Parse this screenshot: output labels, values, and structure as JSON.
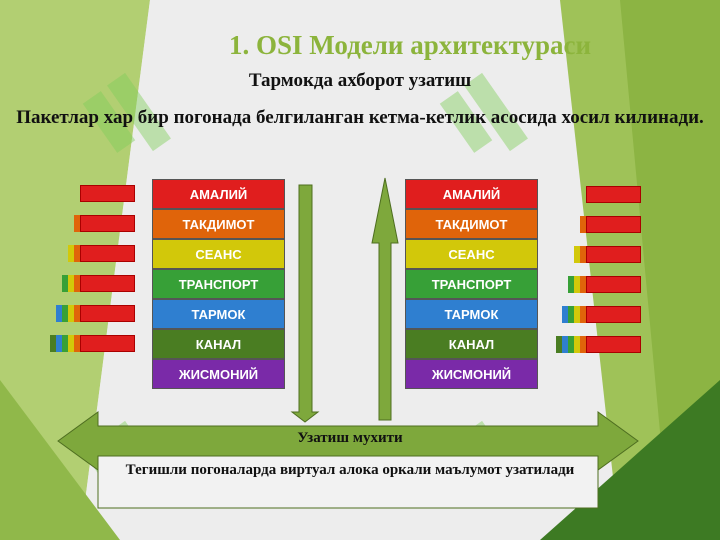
{
  "title": "1. OSI Модели архитектураси",
  "subtitle": "Тармокда ахборот узатиш",
  "description": "Пакетлар хар бир погонада белгиланган кетма-кетлик асосида хосил килинади.",
  "layers": [
    {
      "label": "АМАЛИЙ",
      "color": "#e01e1e"
    },
    {
      "label": "ТАКДИМОТ",
      "color": "#e0640a"
    },
    {
      "label": "СЕАНС",
      "color": "#d2c80a"
    },
    {
      "label": "ТРАНСПОРТ",
      "color": "#37a037"
    },
    {
      "label": "ТАРМОК",
      "color": "#2f7fd0"
    },
    {
      "label": "КАНАЛ",
      "color": "#4a7d22"
    },
    {
      "label": "ЖИСМОНИЙ",
      "color": "#7a2aa8"
    }
  ],
  "medium_label": "Узатиш мухити",
  "note": "Тегишли погоналарда виртуал алока оркали маълумот узатилади",
  "colors": {
    "arrow": "#7ea83c",
    "title": "#8cb43c",
    "watermark": "#9cd67a"
  }
}
